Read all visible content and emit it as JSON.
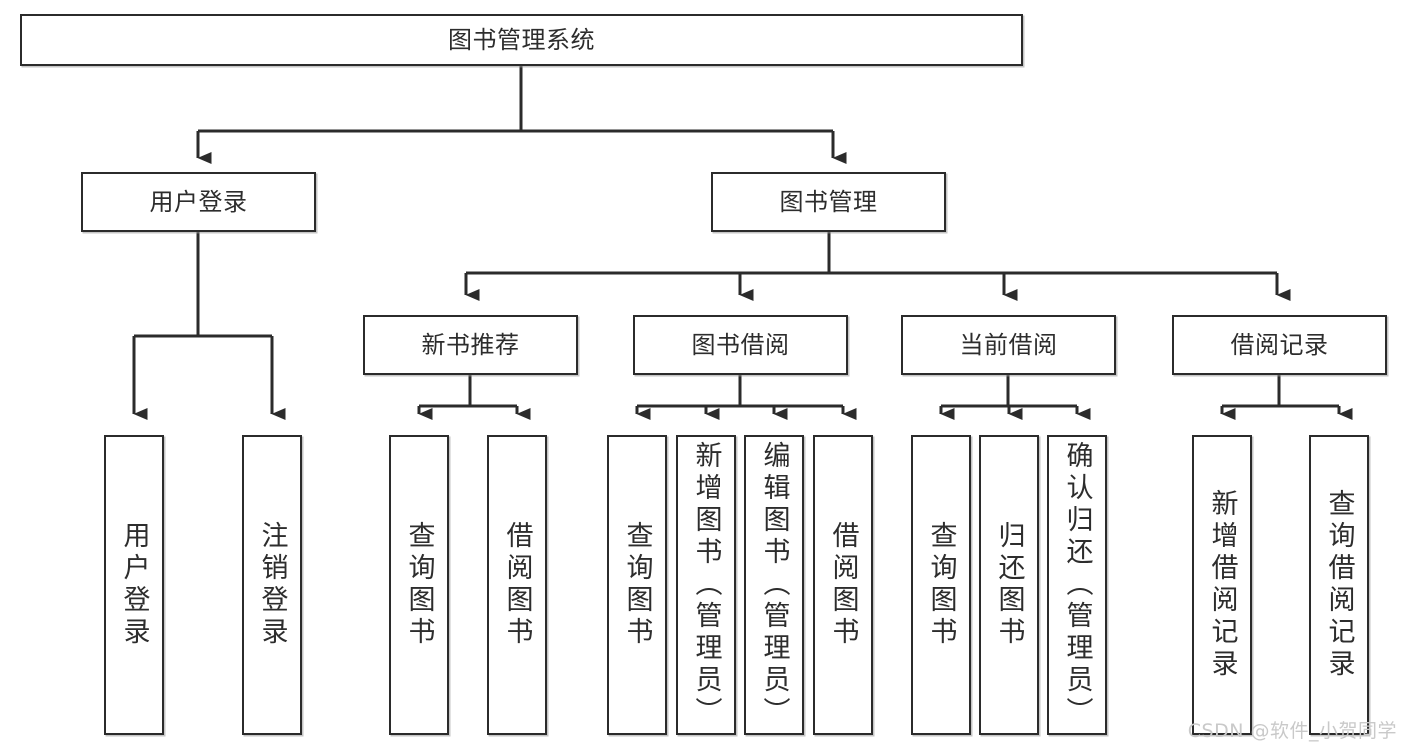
{
  "diagram": {
    "title": "图书管理系统",
    "type": "tree-hierarchy",
    "colors": {
      "stroke": "#2b2b2b",
      "fill": "#ffffff",
      "text": "#2d2d2d",
      "watermark": "#c9c9c9"
    },
    "levels": {
      "root": "图书管理系统",
      "level2": [
        "用户登录",
        "图书管理"
      ],
      "level3": [
        "新书推荐",
        "图书借阅",
        "当前借阅",
        "借阅记录"
      ]
    },
    "nodes": {
      "root": {
        "label": "图书管理系统"
      },
      "user_login": {
        "label": "用户登录"
      },
      "book_manage": {
        "label": "图书管理"
      },
      "new_book_rec": {
        "label": "新书推荐"
      },
      "book_borrow": {
        "label": "图书借阅"
      },
      "current_borrow": {
        "label": "当前借阅"
      },
      "borrow_record": {
        "label": "借阅记录"
      },
      "leaf_user_login": {
        "label": "用户登录"
      },
      "leaf_logout": {
        "label": "注销登录"
      },
      "leaf_query_book_1": {
        "label": "查询图书"
      },
      "leaf_borrow_book_1": {
        "label": "借阅图书"
      },
      "leaf_query_book_2": {
        "label": "查询图书"
      },
      "leaf_add_book": {
        "label": "新增图书（管理员）"
      },
      "leaf_edit_book": {
        "label": "编辑图书（管理员）"
      },
      "leaf_borrow_book_2": {
        "label": "借阅图书"
      },
      "leaf_query_book_3": {
        "label": "查询图书"
      },
      "leaf_return_book": {
        "label": "归还图书"
      },
      "leaf_confirm_return": {
        "label": "确认归还（管理员）"
      },
      "leaf_add_record": {
        "label": "新增借阅记录"
      },
      "leaf_query_record": {
        "label": "查询借阅记录"
      }
    },
    "edges": [
      {
        "from": "root",
        "to": "user_login"
      },
      {
        "from": "root",
        "to": "book_manage"
      },
      {
        "from": "user_login",
        "to": "leaf_user_login"
      },
      {
        "from": "user_login",
        "to": "leaf_logout"
      },
      {
        "from": "book_manage",
        "to": "new_book_rec"
      },
      {
        "from": "book_manage",
        "to": "book_borrow"
      },
      {
        "from": "book_manage",
        "to": "current_borrow"
      },
      {
        "from": "book_manage",
        "to": "borrow_record"
      },
      {
        "from": "new_book_rec",
        "to": "leaf_query_book_1"
      },
      {
        "from": "new_book_rec",
        "to": "leaf_borrow_book_1"
      },
      {
        "from": "book_borrow",
        "to": "leaf_query_book_2"
      },
      {
        "from": "book_borrow",
        "to": "leaf_add_book"
      },
      {
        "from": "book_borrow",
        "to": "leaf_edit_book"
      },
      {
        "from": "book_borrow",
        "to": "leaf_borrow_book_2"
      },
      {
        "from": "current_borrow",
        "to": "leaf_query_book_3"
      },
      {
        "from": "current_borrow",
        "to": "leaf_return_book"
      },
      {
        "from": "current_borrow",
        "to": "leaf_confirm_return"
      },
      {
        "from": "borrow_record",
        "to": "leaf_add_record"
      },
      {
        "from": "borrow_record",
        "to": "leaf_query_record"
      }
    ]
  },
  "watermark": {
    "text": "CSDN @软件_小贺同学"
  }
}
